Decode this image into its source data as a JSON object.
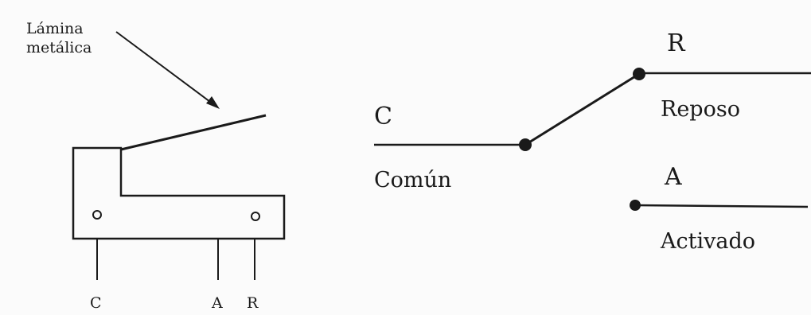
{
  "left_diagram": {
    "label_lamina_line1": "Lámina",
    "label_lamina_line2": "metálica",
    "terminal_c": "C",
    "terminal_a": "A",
    "terminal_r": "R"
  },
  "right_diagram": {
    "label_c": "C",
    "label_comun": "Común",
    "label_r": "R",
    "label_reposo": "Reposo",
    "label_a": "A",
    "label_activado": "Activado"
  },
  "colors": {
    "ink": "#1a1a1a",
    "background": "#fbfbfb"
  }
}
